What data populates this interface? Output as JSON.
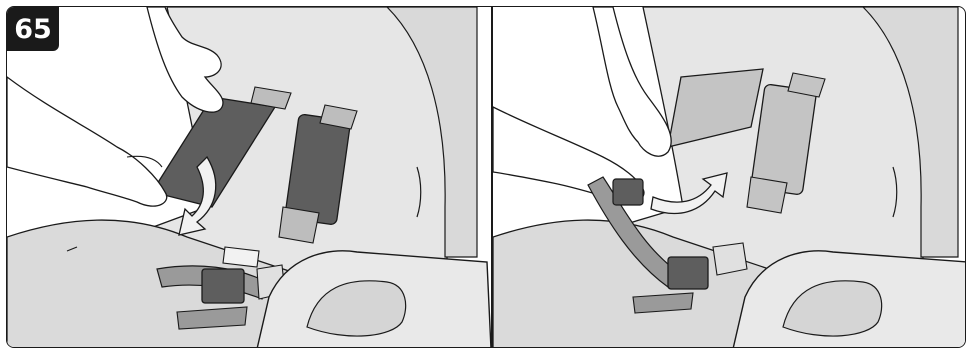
{
  "step": {
    "number": "65"
  },
  "colors": {
    "outline": "#1a1a1a",
    "seat_light": "#e6e6e6",
    "seat_mid": "#cfcfcf",
    "pad_dark": "#5e5e5e",
    "pad_light": "#b8b8b8",
    "arrow": "#f2f2f2"
  },
  "panels": [
    {
      "name": "left",
      "action": "fold-pad-down",
      "pad_state": "dark"
    },
    {
      "name": "right",
      "action": "unbuckle-and-lift",
      "pad_state": "light"
    }
  ]
}
